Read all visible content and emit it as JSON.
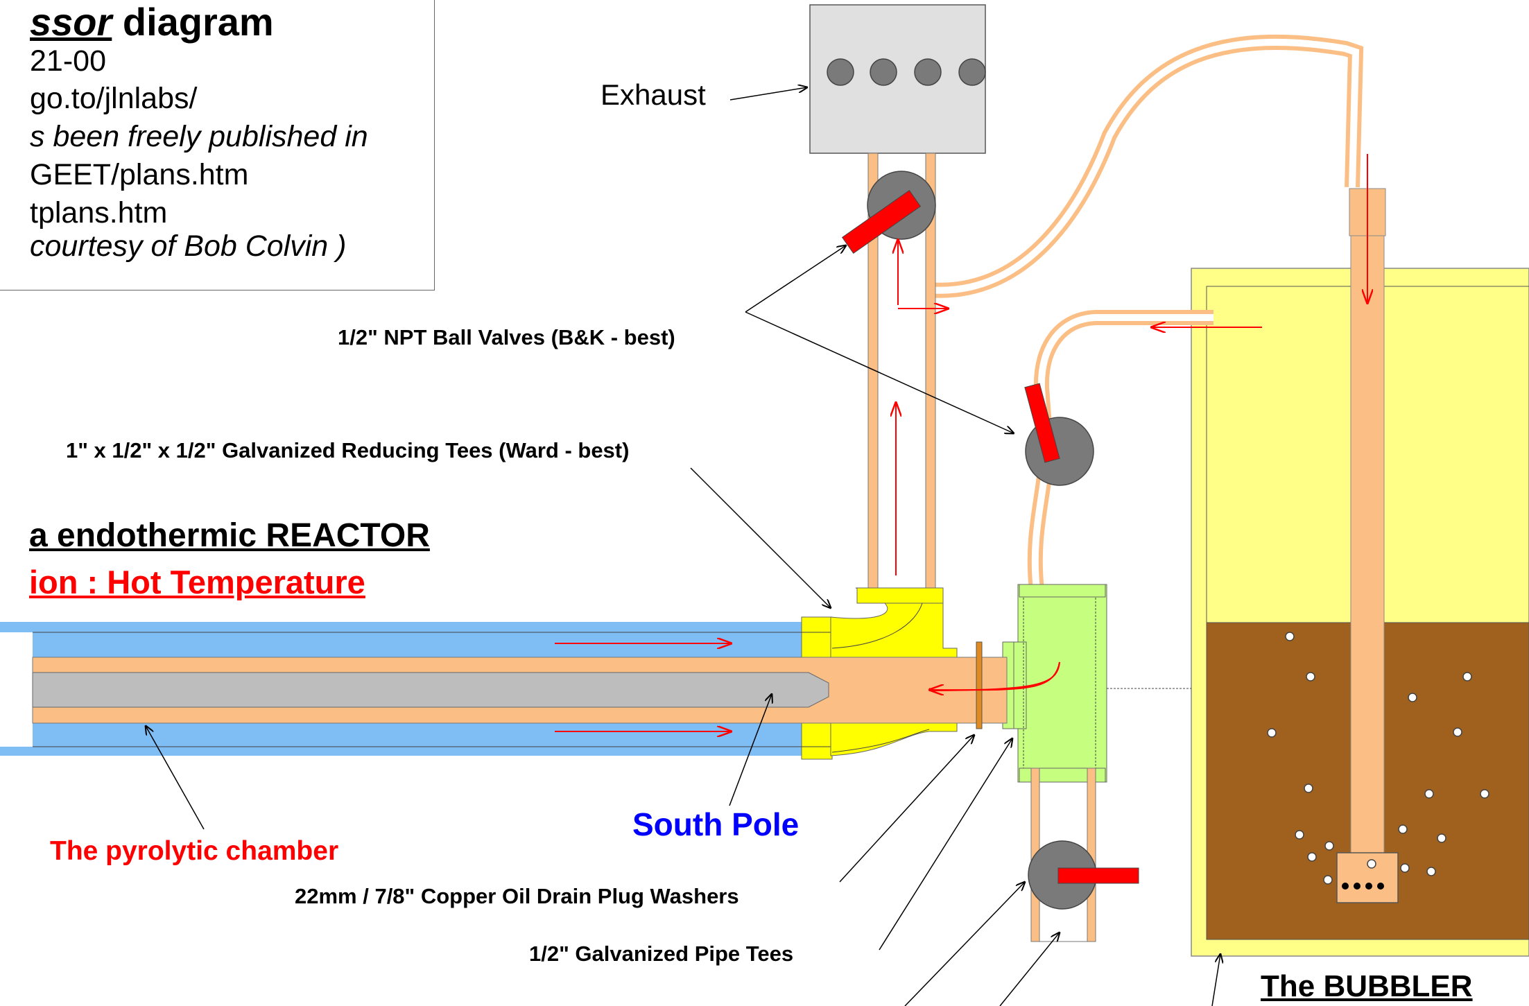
{
  "info_box": {
    "title_part1": "ssor",
    "title_part2": " diagram",
    "line1": "21-00",
    "line2": "go.to/jlnlabs/",
    "line3": "s been freely published in",
    "line4": "GEET/plans.htm",
    "line5": "tplans.htm",
    "line6": "courtesy of Bob Colvin )"
  },
  "labels": {
    "exhaust": "Exhaust",
    "ball_valves": "1/2\" NPT Ball Valves (B&K - best)",
    "reducing_tees": "1\" x 1/2\" x 1/2\" Galvanized Reducing Tees (Ward - best)",
    "reactor_title": "a endothermic REACTOR",
    "reactor_subtitle": "ion : Hot Temperature",
    "south_pole": "South Pole",
    "pyrolytic_chamber": "The pyrolytic chamber",
    "washers": "22mm / 7/8\" Copper Oil Drain Plug Washers",
    "pipe_tees": "1/2\" Galvanized Pipe Tees",
    "bubbler": "The BUBBLER"
  },
  "colors": {
    "pipe": "#fbbf86",
    "chamber": "#7fbdf5",
    "rod": "#bdbdbd",
    "yellow_fitting": "#ffff00",
    "green_fitting": "#c6ff80",
    "bubbler_fill": "#ffff88",
    "liquid": "#a0601e",
    "valve_body": "#7a7a7a",
    "valve_handle": "#ff0000",
    "exhaust_box": "#e0e0e0",
    "flow_arrow": "#ff0000",
    "south_pole_text": "#0000ff",
    "red_text": "#ff0000"
  }
}
